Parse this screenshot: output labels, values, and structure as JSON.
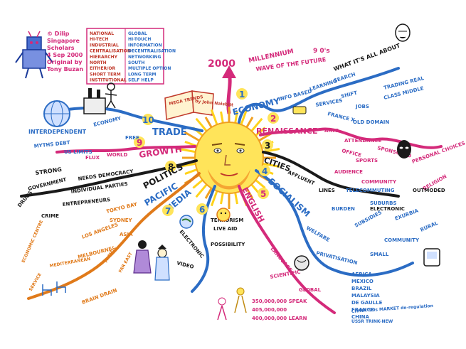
{
  "signature": {
    "lines": [
      "© Dilip",
      "Singapore",
      "Scholars",
      "4 Sep 2000",
      "Original by",
      "Tony Buzan"
    ],
    "color": "#d42a7a"
  },
  "legend_table": {
    "left": [
      "NATIONAL",
      "HI-TECH",
      "INDUSTRIAL",
      "CENTRALISATION",
      "HIERARCHY",
      "NORTH",
      "EITHER/OR",
      "SHORT TERM",
      "INSTITUTIONAL"
    ],
    "right": [
      "GLOBAL",
      "HI-TOUCH",
      "INFORMATION",
      "DECENTRALISATION",
      "NETWORKING",
      "SOUTH",
      "MULTIPLE OPTION",
      "LONG TERM",
      "SELF HELP"
    ]
  },
  "top": {
    "year": "2000",
    "millennium": "MILLENNIUM",
    "wave": "WAVE OF THE FUTURE",
    "ninety": "9 0's",
    "what_about": "WHAT IT'S ALL ABOUT"
  },
  "book": {
    "title": "MEGA TRENDS",
    "author": "by John Naisbitt"
  },
  "branches": [
    {
      "num": "1",
      "label": "ECONOMY",
      "color": "#2b6cc4"
    },
    {
      "num": "2",
      "label": "RENAISSANCE",
      "color": "#d42a7a"
    },
    {
      "num": "3",
      "label": "CITIES",
      "color": "#1a1a1a"
    },
    {
      "num": "4",
      "label": "SOCIALISM",
      "color": "#2b6cc4"
    },
    {
      "num": "5",
      "label": "ENGLISH",
      "color": "#d42a7a"
    },
    {
      "num": "6",
      "label": "MEDIA",
      "color": "#2b6cc4"
    },
    {
      "num": "7",
      "label": "PACIFIC",
      "color": "#2b6cc4"
    },
    {
      "num": "8",
      "label": "POLITICS",
      "color": "#1a1a1a"
    },
    {
      "num": "9",
      "label": "GROWTH",
      "color": "#d42a7a"
    },
    {
      "num": "10",
      "label": "TRADE",
      "color": "#2b6cc4"
    }
  ],
  "economy_words": [
    "INFO BASED",
    "LEARNING",
    "SEARCH",
    "SHIFT",
    "SERVICES",
    "CLASS MIDDLE",
    "TRADING REAL",
    "JOBS",
    "FRANCE X",
    "OLD DOMAIN"
  ],
  "renaissance_words": [
    "ARTS",
    "ATTENDANCE",
    "OFFICE",
    "SPORTS",
    "AUDIENCE",
    "COMMUNITY",
    "SPONSORED",
    "PERSONAL CHOICES",
    "RELIGION"
  ],
  "cities_words": [
    "AFFLUENT",
    "LINES",
    "TELECOMMUTING",
    "OUTMODED",
    "ELECTRONIC"
  ],
  "socialism_words": [
    "BURDEN",
    "SUBURBS",
    "EXURBIA",
    "RURAL",
    "SUBSIDIES",
    "WELFARE",
    "COMMUNITY",
    "PRIVATISATION",
    "SMALL"
  ],
  "socialism_list": [
    "AFRICA",
    "MEXICO",
    "BRAZIL",
    "MALAYSIA",
    "DE GAULLE",
    "FRANCE",
    "CHINA"
  ],
  "english_words": [
    "SCIENTIFIC",
    "GLOBAL",
    "LANGUAGE",
    "350,000,000 SPEAK",
    "405,000,000",
    "400,000,000 LEARN"
  ],
  "english_extra": [
    "CHINA '90s MARKET de-regulation",
    "USSR TRINK-NEW"
  ],
  "media_words": [
    "ELECTRONIC",
    "TERRORISM",
    "LIVE AID",
    "POSSIBILITY",
    "VIDEO"
  ],
  "pacific_words": [
    "TOKYO BAY",
    "SYDNEY",
    "LOS ANGELES",
    "MELBOURNE",
    "ASIA",
    "MEDITERRANEAN",
    "PACIFIC",
    "FAR EAST",
    "ECONOMIC CENTRE",
    "SERVICE",
    "BRAIN DRAIN"
  ],
  "politics_words": [
    "STRONG",
    "GOVERNMENT",
    "NEEDS DEMOCRACY",
    "INDIVIDUAL PARTIES",
    "ENTREPRENEURS",
    "DRUGS",
    "CRIME"
  ],
  "trade_words": [
    "INTERDEPENDENT",
    "MYTHS DEBT",
    "US LIMITS",
    "ECONOMY",
    "FREE"
  ],
  "growth_words": [
    "WORLD",
    "FLUX"
  ]
}
